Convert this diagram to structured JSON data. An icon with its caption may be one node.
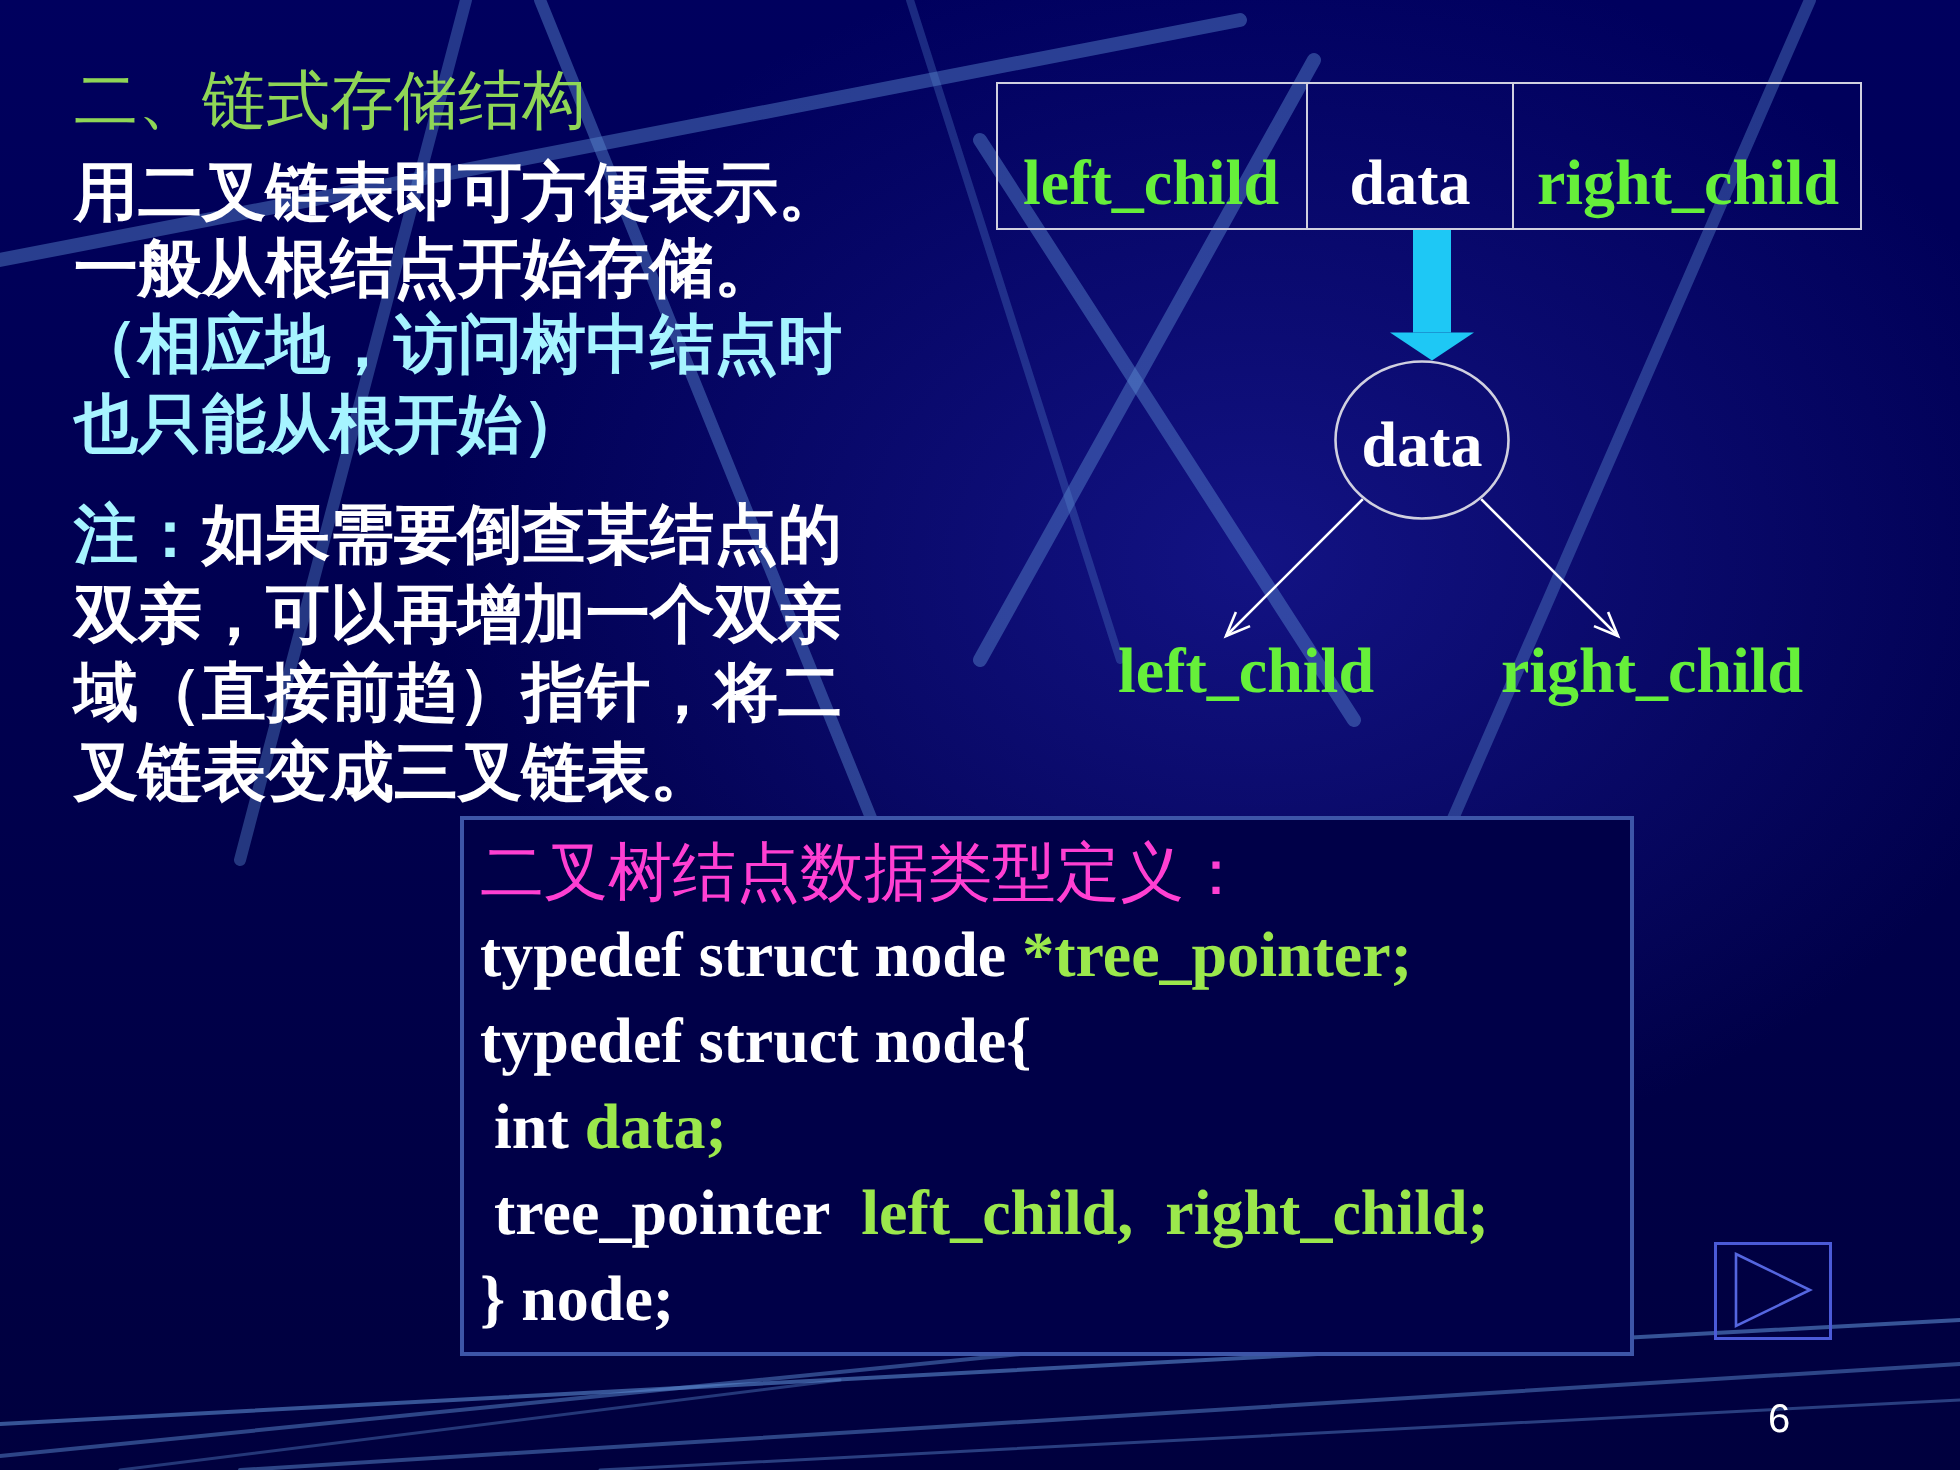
{
  "diagram": {
    "title": "二、链式存储结构",
    "nodes": [
      {
        "text": [],
        "shape": "box"
      },
      {
        "text": [
          "left_child"
        ],
        "in": 0
      },
      {
        "text": [
          "data"
        ],
        "in": 0
      },
      {
        "text": [
          "right_child"
        ],
        "in": 0
      },
      {
        "text": [
          "data"
        ]
      },
      {
        "text": [
          "left_child"
        ]
      },
      {
        "text": [
          "right_child"
        ]
      },
      {
        "text": [
          "二叉树结点数据类型定义：",
          "typedef struct node *tree_pointer;",
          "typedef struct node{",
          "int data;",
          "tree_pointer  left_child,  right_child;",
          "} node;"
        ]
      }
    ],
    "edges": [
      {
        "from": 2,
        "to": 4,
        "arrow": "to",
        "style": "thick",
        "color": "#1ec8f5"
      },
      {
        "from": 4,
        "to": 5,
        "arrow": "to"
      },
      {
        "from": 4,
        "to": 6,
        "arrow": "to"
      }
    ],
    "labels": [
      "用二叉链表即可方便表示。",
      "一般从根结点开始存储。",
      "（相应地，访问树中结点时也只能从根开始）",
      "注：如果需要倒查某结点的双亲，可以再增加一个双亲域（直接前趋）指针，将二叉链表变成三叉链表。",
      "6"
    ]
  }
}
